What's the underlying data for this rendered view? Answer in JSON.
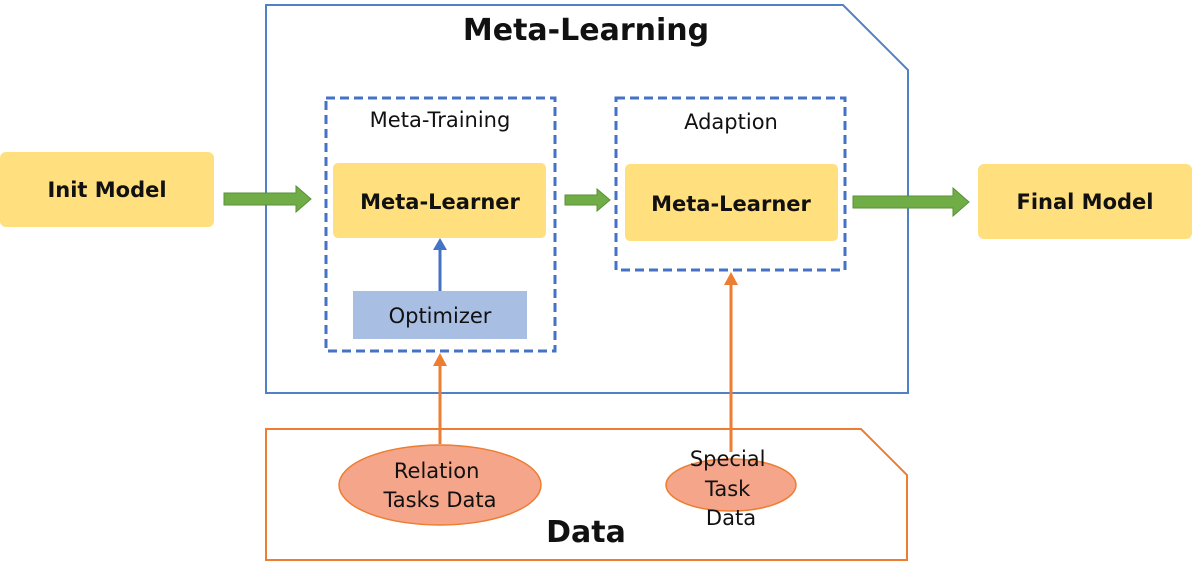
{
  "diagram": {
    "meta_learning_title": "Meta-Learning",
    "data_title": "Data",
    "init_model": "Init Model",
    "final_model": "Final Model",
    "meta_training_label": "Meta-Training",
    "adaption_label": "Adaption",
    "meta_learner_training": "Meta-Learner",
    "meta_learner_adaption": "Meta-Learner",
    "optimizer": "Optimizer",
    "relation_tasks_data": [
      "Relation",
      "Tasks Data"
    ],
    "special_task_data": [
      "Special",
      "Task",
      "Data"
    ]
  },
  "colors": {
    "yellow_box": "#FFDF7E",
    "blue_outline": "#4F81C7",
    "blue_dashed": "#4472C4",
    "optimizer_fill": "#A9BEE3",
    "green_arrow": "#70AD47",
    "orange": "#ED7D31",
    "ellipse_fill": "#F4A58A"
  }
}
